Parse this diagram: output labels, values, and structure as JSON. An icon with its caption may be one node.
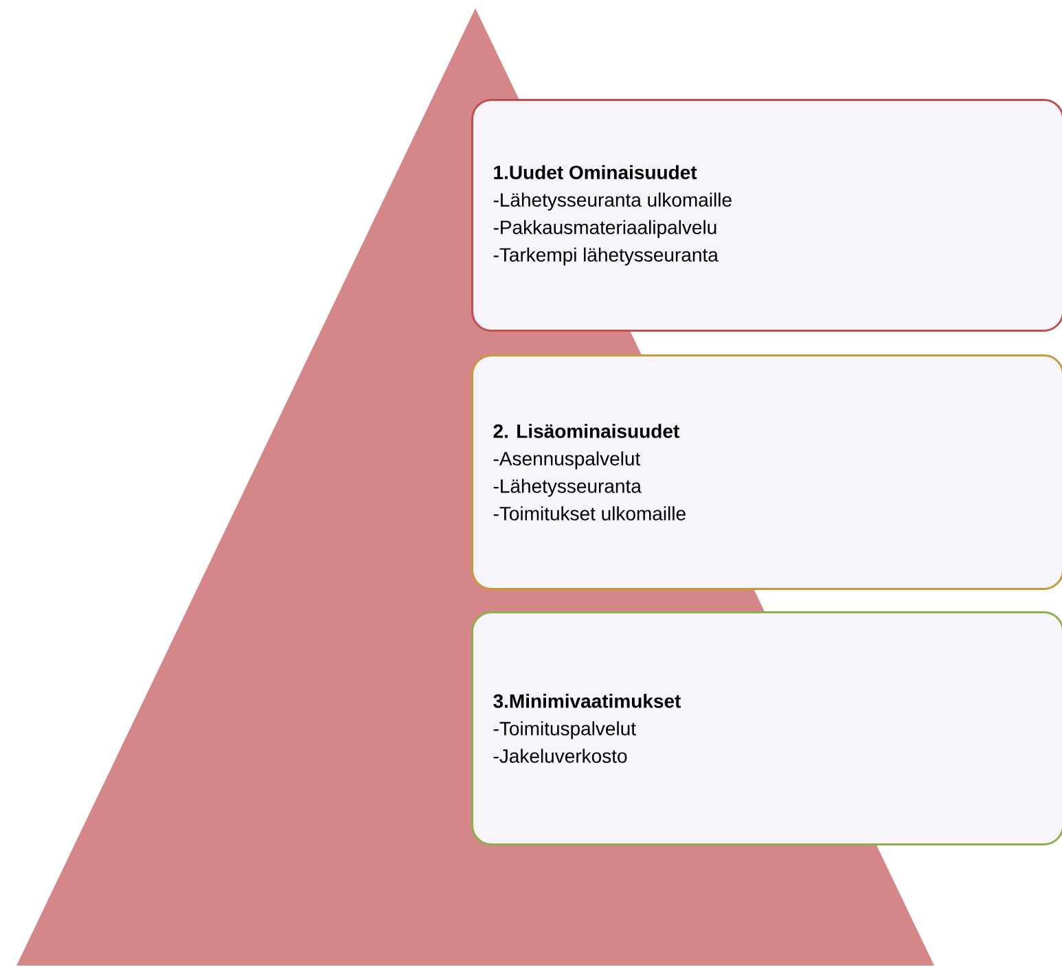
{
  "diagram": {
    "nodes": [
      {
        "text": [
          "1.Uudet Ominaisuudet",
          "-Lähetysseuranta ulkomaille",
          "-Pakkausmateriaalipalvelu",
          "-Tarkempi lähetysseuranta"
        ]
      },
      {
        "text": [
          "2. Lisäominaisuudet",
          "-Asennuspalvelut",
          "-Lähetysseuranta",
          "-Toimitukset ulkomaille"
        ]
      },
      {
        "text": [
          "3.Minimivaatimukset",
          "-Toimituspalvelut",
          "-Jakeluverkosto"
        ]
      }
    ]
  }
}
